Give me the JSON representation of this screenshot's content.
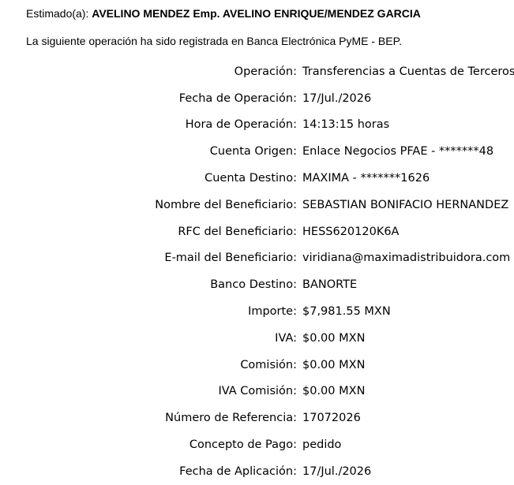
{
  "greeting": {
    "prefix": "Estimado(a): ",
    "name": "AVELINO MENDEZ Emp. AVELINO ENRIQUE/MENDEZ GARCIA"
  },
  "intro": "La siguiente operación ha sido registrada en Banca Electrónica PyME - BEP.",
  "details": [
    {
      "label": "Operación:",
      "value": "Transferencias a Cuentas de Terceros"
    },
    {
      "label": "Fecha de Operación:",
      "value": "17/Jul./2026"
    },
    {
      "label": "Hora de Operación:",
      "value": "14:13:15 horas"
    },
    {
      "label": "Cuenta Origen:",
      "value": "Enlace Negocios PFAE - *******48"
    },
    {
      "label": "Cuenta Destino:",
      "value": "MAXIMA - *******1626"
    },
    {
      "label": "Nombre del Beneficiario:",
      "value": "SEBASTIAN BONIFACIO HERNANDEZ"
    },
    {
      "label": "RFC del Beneficiario:",
      "value": "HESS620120K6A"
    },
    {
      "label": "E-mail del Beneficiario:",
      "value": "viridiana@maximadistribuidora.com"
    },
    {
      "label": "Banco Destino:",
      "value": "BANORTE"
    },
    {
      "label": "Importe:",
      "value": "$7,981.55 MXN"
    },
    {
      "label": "IVA:",
      "value": "$0.00 MXN"
    },
    {
      "label": "Comisión:",
      "value": "$0.00 MXN"
    },
    {
      "label": "IVA Comisión:",
      "value": "$0.00 MXN"
    },
    {
      "label": "Número de Referencia:",
      "value": "17072026"
    },
    {
      "label": "Concepto de Pago:",
      "value": "pedido"
    },
    {
      "label": "Fecha de Aplicación:",
      "value": "17/Jul./2026"
    }
  ]
}
